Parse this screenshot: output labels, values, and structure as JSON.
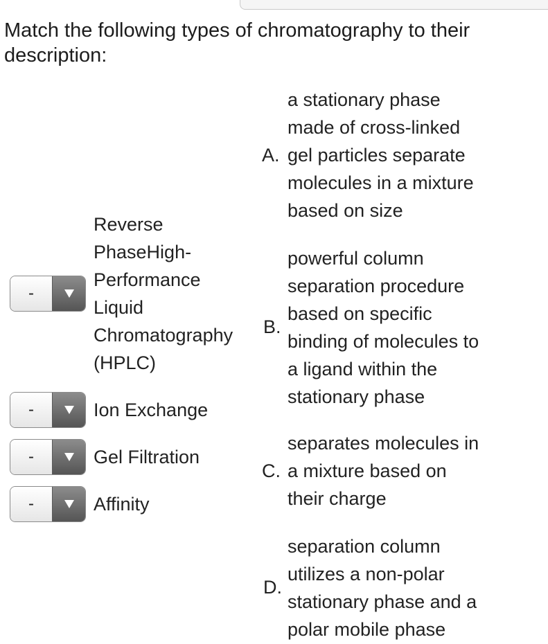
{
  "question": "Match the following types of chromatography to their description:",
  "items": [
    {
      "label_lines": [
        "Reverse",
        "PhaseHigh-",
        "Performance",
        "Liquid",
        "Chromatography",
        "(HPLC)"
      ],
      "selected": "-"
    },
    {
      "label_lines": [
        "Ion Exchange"
      ],
      "selected": "-"
    },
    {
      "label_lines": [
        "Gel Filtration"
      ],
      "selected": "-"
    },
    {
      "label_lines": [
        "Affinity"
      ],
      "selected": "-"
    }
  ],
  "options": [
    {
      "letter": "A.",
      "lines": [
        "a stationary phase",
        "made of cross-linked",
        "gel particles separate",
        "molecules in a mixture",
        "based on size"
      ]
    },
    {
      "letter": "B.",
      "lines": [
        "powerful column",
        "separation procedure",
        "based on specific",
        "binding of molecules to",
        "a ligand within the",
        "stationary phase"
      ]
    },
    {
      "letter": "C.",
      "lines": [
        "separates molecules in",
        "a mixture based on",
        "their charge"
      ]
    },
    {
      "letter": "D.",
      "lines": [
        "separation column",
        "utilizes a non-polar",
        "stationary phase and a",
        "polar mobile phase"
      ]
    }
  ],
  "icons": {
    "dropdown_arrow": "triangle-down-icon"
  }
}
